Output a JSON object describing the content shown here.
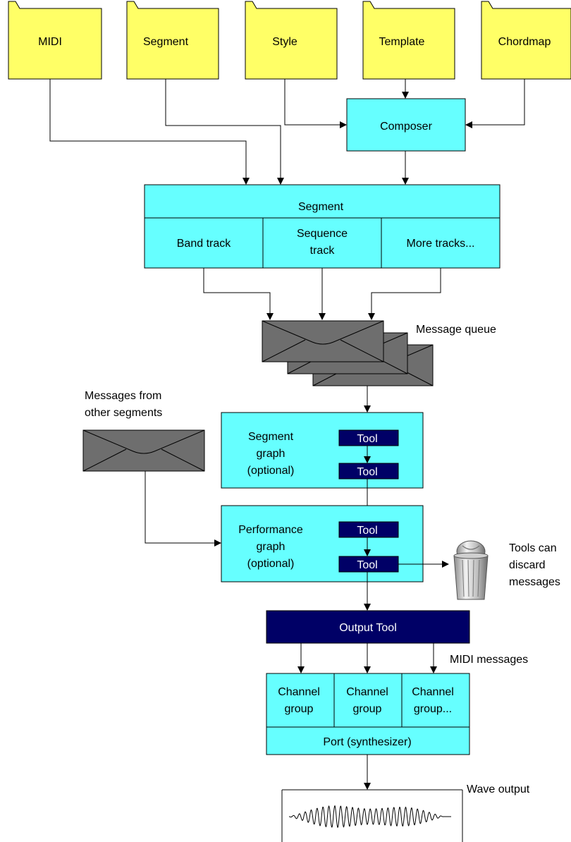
{
  "folders": [
    "MIDI",
    "Segment",
    "Style",
    "Template",
    "Chordmap"
  ],
  "composer": "Composer",
  "segment": {
    "title": "Segment",
    "tracks": [
      [
        "Band track"
      ],
      [
        "Sequence",
        "track"
      ],
      [
        "More tracks..."
      ]
    ]
  },
  "message_queue": "Message queue",
  "other_messages": [
    "Messages from",
    "other segments"
  ],
  "segment_graph": [
    "Segment",
    "graph",
    "(optional)"
  ],
  "performance_graph": [
    "Performance",
    "graph",
    "(optional)"
  ],
  "tool": "Tool",
  "discard": [
    "Tools can",
    "discard",
    "messages"
  ],
  "output_tool": "Output Tool",
  "midi_messages": "MIDI messages",
  "channel_groups": [
    [
      "Channel",
      "group"
    ],
    [
      "Channel",
      "group"
    ],
    [
      "Channel",
      "group..."
    ]
  ],
  "port": "Port (synthesizer)",
  "wave_output": "Wave output"
}
